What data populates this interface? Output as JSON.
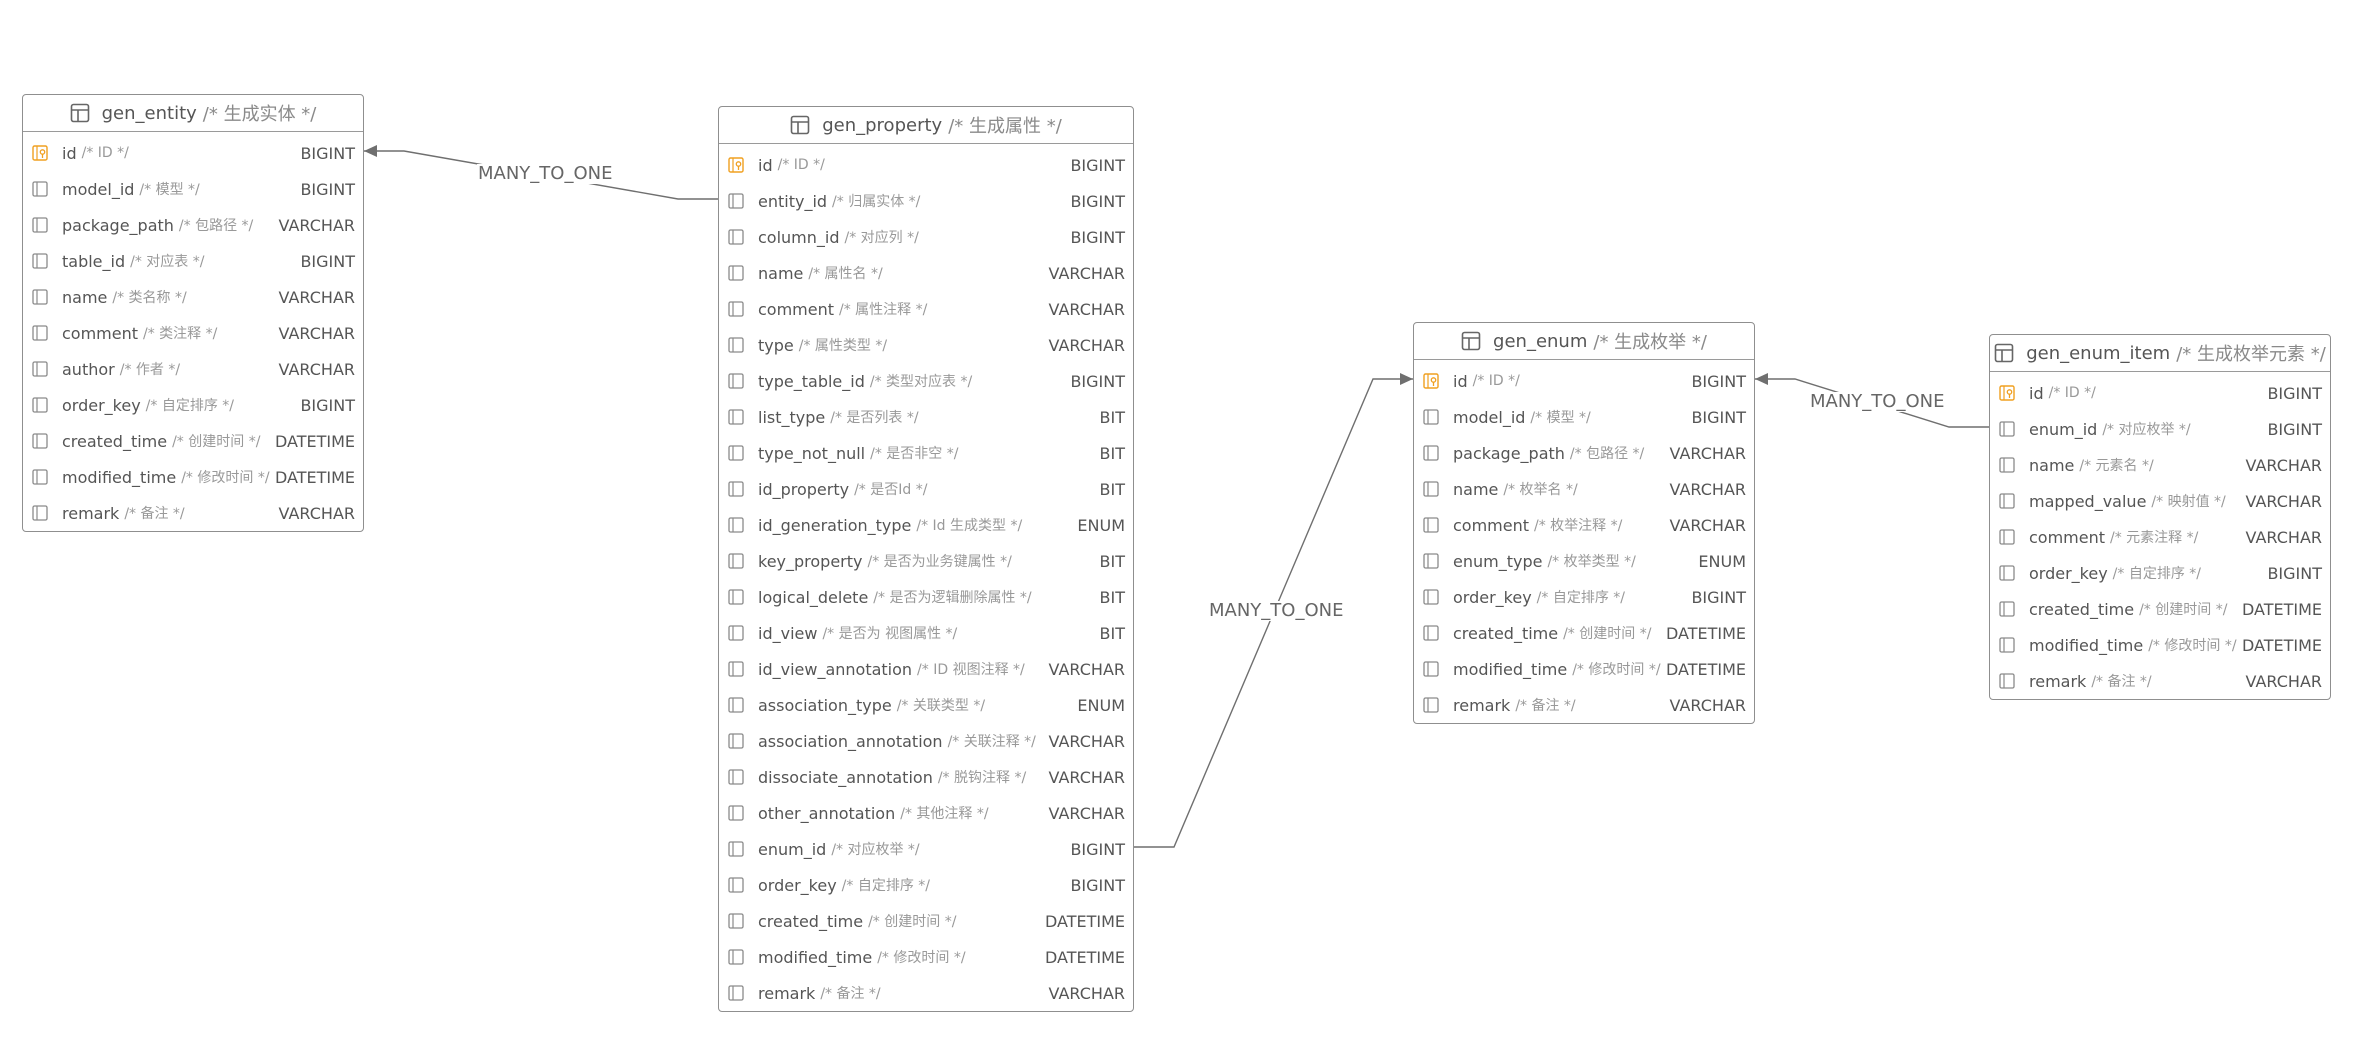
{
  "tables": [
    {
      "key": "gen_entity",
      "name": "gen_entity",
      "comment": "/* 生成实体 */",
      "rows": [
        {
          "name": "id",
          "comment": "/* ID */",
          "type": "BIGINT",
          "pk": true
        },
        {
          "name": "model_id",
          "comment": "/* 模型 */",
          "type": "BIGINT",
          "pk": false
        },
        {
          "name": "package_path",
          "comment": "/* 包路径 */",
          "type": "VARCHAR",
          "pk": false
        },
        {
          "name": "table_id",
          "comment": "/* 对应表 */",
          "type": "BIGINT",
          "pk": false
        },
        {
          "name": "name",
          "comment": "/* 类名称 */",
          "type": "VARCHAR",
          "pk": false
        },
        {
          "name": "comment",
          "comment": "/* 类注释 */",
          "type": "VARCHAR",
          "pk": false
        },
        {
          "name": "author",
          "comment": "/* 作者 */",
          "type": "VARCHAR",
          "pk": false
        },
        {
          "name": "order_key",
          "comment": "/* 自定排序 */",
          "type": "BIGINT",
          "pk": false
        },
        {
          "name": "created_time",
          "comment": "/* 创建时间 */",
          "type": "DATETIME",
          "pk": false
        },
        {
          "name": "modified_time",
          "comment": "/* 修改时间 */",
          "type": "DATETIME",
          "pk": false
        },
        {
          "name": "remark",
          "comment": "/* 备注 */",
          "type": "VARCHAR",
          "pk": false
        }
      ]
    },
    {
      "key": "gen_property",
      "name": "gen_property",
      "comment": "/* 生成属性 */",
      "rows": [
        {
          "name": "id",
          "comment": "/* ID */",
          "type": "BIGINT",
          "pk": true
        },
        {
          "name": "entity_id",
          "comment": "/* 归属实体 */",
          "type": "BIGINT",
          "pk": false
        },
        {
          "name": "column_id",
          "comment": "/* 对应列 */",
          "type": "BIGINT",
          "pk": false
        },
        {
          "name": "name",
          "comment": "/* 属性名 */",
          "type": "VARCHAR",
          "pk": false
        },
        {
          "name": "comment",
          "comment": "/* 属性注释 */",
          "type": "VARCHAR",
          "pk": false
        },
        {
          "name": "type",
          "comment": "/* 属性类型 */",
          "type": "VARCHAR",
          "pk": false
        },
        {
          "name": "type_table_id",
          "comment": "/* 类型对应表 */",
          "type": "BIGINT",
          "pk": false
        },
        {
          "name": "list_type",
          "comment": "/* 是否列表 */",
          "type": "BIT",
          "pk": false
        },
        {
          "name": "type_not_null",
          "comment": "/* 是否非空 */",
          "type": "BIT",
          "pk": false
        },
        {
          "name": "id_property",
          "comment": "/* 是否Id */",
          "type": "BIT",
          "pk": false
        },
        {
          "name": "id_generation_type",
          "comment": "/* Id 生成类型 */",
          "type": "ENUM",
          "pk": false
        },
        {
          "name": "key_property",
          "comment": "/* 是否为业务键属性 */",
          "type": "BIT",
          "pk": false
        },
        {
          "name": "logical_delete",
          "comment": "/* 是否为逻辑删除属性 */",
          "type": "BIT",
          "pk": false
        },
        {
          "name": "id_view",
          "comment": "/* 是否为 视图属性 */",
          "type": "BIT",
          "pk": false
        },
        {
          "name": "id_view_annotation",
          "comment": "/* ID 视图注释 */",
          "type": "VARCHAR",
          "pk": false
        },
        {
          "name": "association_type",
          "comment": "/* 关联类型 */",
          "type": "ENUM",
          "pk": false
        },
        {
          "name": "association_annotation",
          "comment": "/* 关联注释 */",
          "type": "VARCHAR",
          "pk": false
        },
        {
          "name": "dissociate_annotation",
          "comment": "/* 脱钩注释 */",
          "type": "VARCHAR",
          "pk": false
        },
        {
          "name": "other_annotation",
          "comment": "/* 其他注释 */",
          "type": "VARCHAR",
          "pk": false
        },
        {
          "name": "enum_id",
          "comment": "/* 对应枚举 */",
          "type": "BIGINT",
          "pk": false
        },
        {
          "name": "order_key",
          "comment": "/* 自定排序 */",
          "type": "BIGINT",
          "pk": false
        },
        {
          "name": "created_time",
          "comment": "/* 创建时间 */",
          "type": "DATETIME",
          "pk": false
        },
        {
          "name": "modified_time",
          "comment": "/* 修改时间 */",
          "type": "DATETIME",
          "pk": false
        },
        {
          "name": "remark",
          "comment": "/* 备注 */",
          "type": "VARCHAR",
          "pk": false
        }
      ]
    },
    {
      "key": "gen_enum",
      "name": "gen_enum",
      "comment": "/* 生成枚举 */",
      "rows": [
        {
          "name": "id",
          "comment": "/* ID */",
          "type": "BIGINT",
          "pk": true
        },
        {
          "name": "model_id",
          "comment": "/* 模型 */",
          "type": "BIGINT",
          "pk": false
        },
        {
          "name": "package_path",
          "comment": "/* 包路径 */",
          "type": "VARCHAR",
          "pk": false
        },
        {
          "name": "name",
          "comment": "/* 枚举名 */",
          "type": "VARCHAR",
          "pk": false
        },
        {
          "name": "comment",
          "comment": "/* 枚举注释 */",
          "type": "VARCHAR",
          "pk": false
        },
        {
          "name": "enum_type",
          "comment": "/* 枚举类型 */",
          "type": "ENUM",
          "pk": false
        },
        {
          "name": "order_key",
          "comment": "/* 自定排序 */",
          "type": "BIGINT",
          "pk": false
        },
        {
          "name": "created_time",
          "comment": "/* 创建时间 */",
          "type": "DATETIME",
          "pk": false
        },
        {
          "name": "modified_time",
          "comment": "/* 修改时间 */",
          "type": "DATETIME",
          "pk": false
        },
        {
          "name": "remark",
          "comment": "/* 备注 */",
          "type": "VARCHAR",
          "pk": false
        }
      ]
    },
    {
      "key": "gen_enum_item",
      "name": "gen_enum_item",
      "comment": "/* 生成枚举元素 */",
      "rows": [
        {
          "name": "id",
          "comment": "/* ID */",
          "type": "BIGINT",
          "pk": true
        },
        {
          "name": "enum_id",
          "comment": "/* 对应枚举 */",
          "type": "BIGINT",
          "pk": false
        },
        {
          "name": "name",
          "comment": "/* 元素名 */",
          "type": "VARCHAR",
          "pk": false
        },
        {
          "name": "mapped_value",
          "comment": "/* 映射值 */",
          "type": "VARCHAR",
          "pk": false
        },
        {
          "name": "comment",
          "comment": "/* 元素注释 */",
          "type": "VARCHAR",
          "pk": false
        },
        {
          "name": "order_key",
          "comment": "/* 自定排序 */",
          "type": "BIGINT",
          "pk": false
        },
        {
          "name": "created_time",
          "comment": "/* 创建时间 */",
          "type": "DATETIME",
          "pk": false
        },
        {
          "name": "modified_time",
          "comment": "/* 修改时间 */",
          "type": "DATETIME",
          "pk": false
        },
        {
          "name": "remark",
          "comment": "/* 备注 */",
          "type": "VARCHAR",
          "pk": false
        }
      ]
    }
  ],
  "relations": [
    {
      "label": "MANY_TO_ONE",
      "from_table": "gen_property",
      "from_field": "entity_id",
      "to_table": "gen_entity",
      "to_field": "id"
    },
    {
      "label": "MANY_TO_ONE",
      "from_table": "gen_property",
      "from_field": "enum_id",
      "to_table": "gen_enum",
      "to_field": "id"
    },
    {
      "label": "MANY_TO_ONE",
      "from_table": "gen_enum_item",
      "from_field": "enum_id",
      "to_table": "gen_enum",
      "to_field": "id"
    }
  ],
  "colors": {
    "border": "#8f8f8f",
    "edge": "#6f6f6f",
    "pk_icon": "#f0a020",
    "field_icon": "#8a8a8a",
    "comment_text": "#999999",
    "name_text": "#555555"
  },
  "icons": {
    "table": "table-icon",
    "primary_key": "primary-key-icon",
    "field": "column-icon"
  }
}
